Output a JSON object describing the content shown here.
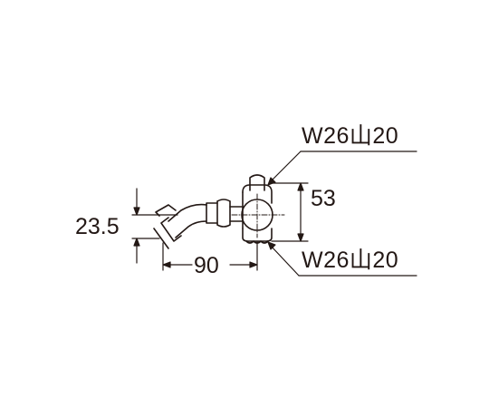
{
  "callouts": {
    "top_spec": "W26山20",
    "bottom_spec": "W26山20"
  },
  "dimensions": {
    "height": "53",
    "outlet_offset": "23.5",
    "length": "90"
  },
  "colors": {
    "line": "#231815",
    "background": "#ffffff"
  }
}
